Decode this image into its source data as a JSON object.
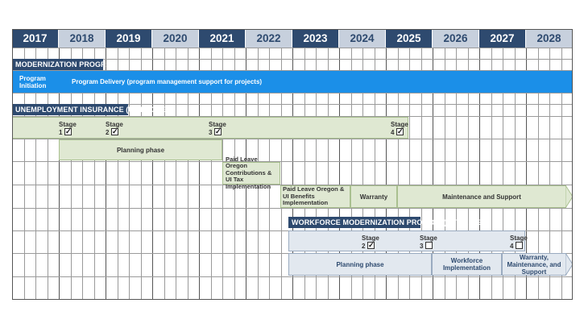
{
  "years": [
    {
      "label": "2017",
      "style": "dark"
    },
    {
      "label": "2018",
      "style": "light"
    },
    {
      "label": "2019",
      "style": "dark"
    },
    {
      "label": "2020",
      "style": "light"
    },
    {
      "label": "2021",
      "style": "dark"
    },
    {
      "label": "2022",
      "style": "light"
    },
    {
      "label": "2023",
      "style": "dark"
    },
    {
      "label": "2024",
      "style": "light"
    },
    {
      "label": "2025",
      "style": "dark"
    },
    {
      "label": "2026",
      "style": "light"
    },
    {
      "label": "2027",
      "style": "dark"
    },
    {
      "label": "2028",
      "style": "light"
    }
  ],
  "colors": {
    "dark_navy": "#2e4a6f",
    "light_navy": "#c7d0dd",
    "program_blue": "#1b8fe8",
    "ui_green": "#dfe8d2",
    "workforce_gray": "#e2e8ef"
  },
  "modernization": {
    "label": "Modernization Program",
    "initiation": "Program Initiation",
    "delivery": "Program Delivery (program management support for projects)"
  },
  "ui_project": {
    "label": "Unemployment Insurance (UI) Project",
    "stage_word": "Stage",
    "stages": [
      {
        "num": "1",
        "checked": true
      },
      {
        "num": "2",
        "checked": true
      },
      {
        "num": "3",
        "checked": true
      },
      {
        "num": "4",
        "checked": true
      }
    ],
    "planning": "Planning phase",
    "paid_leave_contrib": "Paid Leave Oregon Contributions & UI Tax Implementation",
    "paid_leave_benefits": "Paid Leave Oregon & UI Benefits Implementation",
    "warranty": "Warranty",
    "maintenance": "Maintenance and Support"
  },
  "workforce": {
    "label": "Workforce Modernization Project (Estimate)",
    "stage_word": "Stage",
    "stages": [
      {
        "num": "2",
        "checked": true
      },
      {
        "num": "3",
        "checked": false
      },
      {
        "num": "4",
        "checked": false
      }
    ],
    "planning": "Planning phase",
    "implementation": "Workforce Implementation",
    "warranty": "Warranty, Maintenance, and Support"
  }
}
